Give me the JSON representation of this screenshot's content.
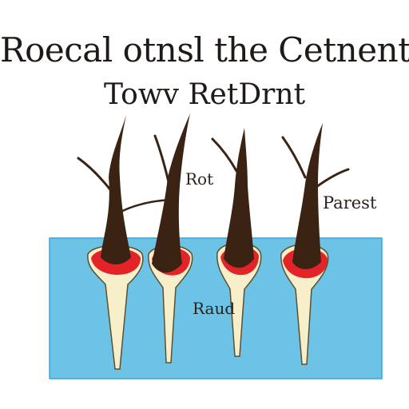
{
  "diagram": {
    "title_line_1": "Roecal otnsl the Cetnent",
    "title_line_2": "Towv RetDrnt",
    "labels": {
      "label_1": "Rot",
      "label_2": "Parest",
      "label_3": "Raud"
    }
  },
  "colors": {
    "background": "#ffffff",
    "skin_fill": "#6cc3e6",
    "skin_edge": "#3aa7d8",
    "hair_shaft": "#3b2314",
    "follicle_bulb": "#e42328",
    "root_sheath": "#f6efc9",
    "root_outline": "#5c5032",
    "text": "#1f1a17"
  }
}
